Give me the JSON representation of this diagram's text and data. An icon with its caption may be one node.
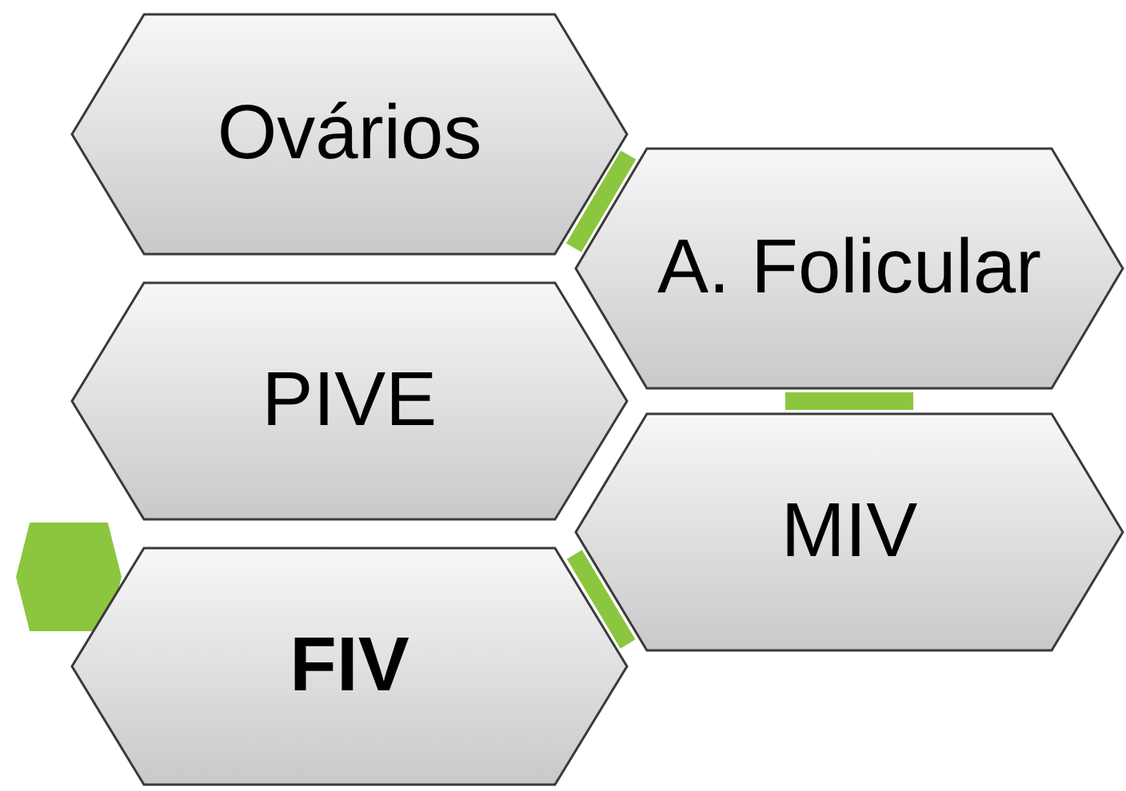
{
  "diagram": {
    "nodes": [
      {
        "text": [
          "Ovários"
        ]
      },
      {
        "text": [
          "A. Folicular"
        ]
      },
      {
        "text": [
          "PIVE"
        ]
      },
      {
        "text": [
          "MIV"
        ]
      },
      {
        "text": [
          "FIV"
        ]
      },
      {
        "text": [],
        "shape": "hexagon"
      }
    ],
    "edges": [
      {
        "from": 0,
        "to": 1,
        "arrow": "none"
      },
      {
        "from": 1,
        "to": 3,
        "arrow": "none"
      },
      {
        "from": 3,
        "to": 4,
        "arrow": "none"
      }
    ]
  }
}
